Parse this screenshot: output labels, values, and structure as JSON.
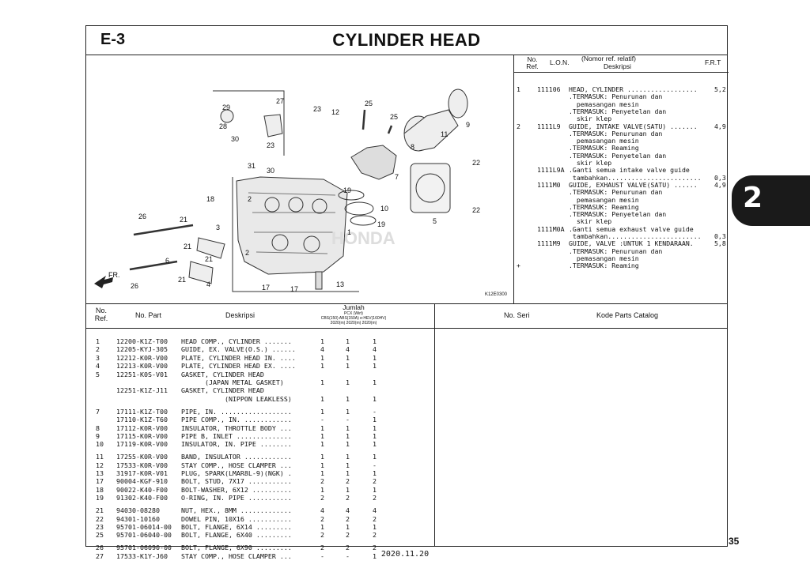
{
  "page": {
    "code": "E-3",
    "title": "CYLINDER HEAD",
    "tab_number": "2",
    "page_number": "35",
    "date": "2020.11.20"
  },
  "diagram": {
    "figure_id": "K12E0300",
    "watermark": "HONDA",
    "callouts": [
      "29",
      "27",
      "28",
      "30",
      "23",
      "31",
      "30",
      "23",
      "12",
      "25",
      "25",
      "7",
      "8",
      "9",
      "11",
      "22",
      "22",
      "19",
      "10",
      "19",
      "5",
      "18",
      "2",
      "1",
      "26",
      "21",
      "3",
      "21",
      "2",
      "21",
      "6",
      "21",
      "4",
      "26",
      "17",
      "17",
      "13",
      "FR."
    ]
  },
  "lon": {
    "headers": {
      "ref": "No.\nRef.",
      "lon": "L.O.N.",
      "desc_sub": "(Nomor ref. relatif)",
      "desc": "Deskripsi",
      "frt": "F.R.T"
    },
    "entries": [
      {
        "ref": "1",
        "lon": "111106",
        "text": "HEAD, CYLINDER ..................",
        "frt": "5,2"
      },
      {
        "ref": "",
        "lon": "",
        "text": ".TERMASUK: Penurunan dan",
        "frt": ""
      },
      {
        "ref": "",
        "lon": "",
        "text": "  pemasangan mesin",
        "frt": ""
      },
      {
        "ref": "",
        "lon": "",
        "text": ".TERMASUK: Penyetelan dan",
        "frt": ""
      },
      {
        "ref": "",
        "lon": "",
        "text": "  skir klep",
        "frt": ""
      },
      {
        "ref": "2",
        "lon": "1111L9",
        "text": "GUIDE, INTAKE VALVE(SATU) .......",
        "frt": "4,9"
      },
      {
        "ref": "",
        "lon": "",
        "text": ".TERMASUK: Penurunan dan",
        "frt": ""
      },
      {
        "ref": "",
        "lon": "",
        "text": "  pemasangan mesin",
        "frt": ""
      },
      {
        "ref": "",
        "lon": "",
        "text": ".TERMASUK: Reaming",
        "frt": ""
      },
      {
        "ref": "",
        "lon": "",
        "text": ".TERMASUK: Penyetelan dan",
        "frt": ""
      },
      {
        "ref": "",
        "lon": "",
        "text": "  skir klep",
        "frt": ""
      },
      {
        "ref": "",
        "lon": "1111L9A",
        "text": ".Ganti semua intake valve guide",
        "frt": ""
      },
      {
        "ref": "",
        "lon": "",
        "text": " tambahkan........................",
        "frt": "0,3"
      },
      {
        "ref": "",
        "lon": "1111M0",
        "text": "GUIDE, EXHAUST VALVE(SATU) ......",
        "frt": "4,9"
      },
      {
        "ref": "",
        "lon": "",
        "text": ".TERMASUK: Penurunan dan",
        "frt": ""
      },
      {
        "ref": "",
        "lon": "",
        "text": "  pemasangan mesin",
        "frt": ""
      },
      {
        "ref": "",
        "lon": "",
        "text": ".TERMASUK: Reaming",
        "frt": ""
      },
      {
        "ref": "",
        "lon": "",
        "text": ".TERMASUK: Penyetelan dan",
        "frt": ""
      },
      {
        "ref": "",
        "lon": "",
        "text": "  skir klep",
        "frt": ""
      },
      {
        "ref": "",
        "lon": "1111M0A",
        "text": ".Ganti semua exhaust valve guide",
        "frt": ""
      },
      {
        "ref": "",
        "lon": "",
        "text": " tambahkan........................",
        "frt": "0,3"
      },
      {
        "ref": "",
        "lon": "1111M9",
        "text": "GUIDE, VALVE :UNTUK 1 KENDARAAN.",
        "frt": "5,8"
      },
      {
        "ref": "",
        "lon": "",
        "text": ".TERMASUK: Penurunan dan",
        "frt": ""
      },
      {
        "ref": "",
        "lon": "",
        "text": "  pemasangan mesin",
        "frt": ""
      },
      {
        "ref": "+",
        "lon": "",
        "text": ".TERMASUK: Reaming",
        "frt": ""
      }
    ]
  },
  "parts_table": {
    "headers": {
      "ref": "No.\nRef.",
      "part": "No. Part",
      "desc": "Deskripsi",
      "qty": "Jumlah",
      "qty_sub1": "PCX (Wirt)",
      "qty_sub2": "CBS(150) ABS(150A) e:HEV(160HV)",
      "qty_years": "2020(m)   2020(m)   2020(m)",
      "serial": "No. Seri",
      "catalog": "Kode Parts Catalog"
    },
    "rows": [
      {
        "ref": "1",
        "part": "12200-K1Z-T00",
        "desc": "HEAD COMP., CYLINDER .......",
        "q1": "1",
        "q2": "1",
        "q3": "1"
      },
      {
        "ref": "2",
        "part": "12205-KYJ-305",
        "desc": "GUIDE, EX. VALVE(O.S.) ......",
        "q1": "4",
        "q2": "4",
        "q3": "4"
      },
      {
        "ref": "3",
        "part": "12212-K0R-V00",
        "desc": "PLATE, CYLINDER HEAD IN. ....",
        "q1": "1",
        "q2": "1",
        "q3": "1"
      },
      {
        "ref": "4",
        "part": "12213-K0R-V00",
        "desc": "PLATE, CYLINDER HEAD EX. ....",
        "q1": "1",
        "q2": "1",
        "q3": "1"
      },
      {
        "ref": "5",
        "part": "12251-K0S-V01",
        "desc": "GASKET, CYLINDER HEAD",
        "q1": "",
        "q2": "",
        "q3": ""
      },
      {
        "ref": "",
        "part": "",
        "desc": "      (JAPAN METAL GASKET)",
        "q1": "1",
        "q2": "1",
        "q3": "1"
      },
      {
        "ref": "",
        "part": "12251-K1Z-J11",
        "desc": "GASKET, CYLINDER HEAD",
        "q1": "",
        "q2": "",
        "q3": ""
      },
      {
        "ref": "",
        "part": "",
        "desc": "           (NIPPON LEAKLESS)",
        "q1": "1",
        "q2": "1",
        "q3": "1"
      },
      {
        "ref": "7",
        "part": "17111-K1Z-T00",
        "desc": "PIPE, IN. ..................",
        "q1": "1",
        "q2": "1",
        "q3": "-"
      },
      {
        "ref": "",
        "part": "17110-K1Z-T60",
        "desc": "PIPE COMP., IN. ............",
        "q1": "-",
        "q2": "-",
        "q3": "1"
      },
      {
        "ref": "8",
        "part": "17112-K0R-V00",
        "desc": "INSULATOR, THROTTLE BODY ...",
        "q1": "1",
        "q2": "1",
        "q3": "1"
      },
      {
        "ref": "9",
        "part": "17115-K0R-V00",
        "desc": "PIPE B, INLET ..............",
        "q1": "1",
        "q2": "1",
        "q3": "1"
      },
      {
        "ref": "10",
        "part": "17119-K0R-V00",
        "desc": "INSULATOR, IN. PIPE ........",
        "q1": "1",
        "q2": "1",
        "q3": "1"
      },
      {
        "ref": "11",
        "part": "17255-K0R-V00",
        "desc": "BAND, INSULATOR ............",
        "q1": "1",
        "q2": "1",
        "q3": "1"
      },
      {
        "ref": "12",
        "part": "17533-K0R-V00",
        "desc": "STAY COMP., HOSE CLAMPER ...",
        "q1": "1",
        "q2": "1",
        "q3": "-"
      },
      {
        "ref": "13",
        "part": "31917-K0R-V01",
        "desc": "PLUG, SPARK(LMAR8L-9)(NGK) .",
        "q1": "1",
        "q2": "1",
        "q3": "1"
      },
      {
        "ref": "17",
        "part": "90004-KGF-910",
        "desc": "BOLT, STUD, 7X17 ...........",
        "q1": "2",
        "q2": "2",
        "q3": "2"
      },
      {
        "ref": "18",
        "part": "90022-K40-F00",
        "desc": "BOLT-WASHER, 6X12 ..........",
        "q1": "1",
        "q2": "1",
        "q3": "1"
      },
      {
        "ref": "19",
        "part": "91302-K40-F00",
        "desc": "O-RING, IN. PIPE ...........",
        "q1": "2",
        "q2": "2",
        "q3": "2"
      },
      {
        "ref": "21",
        "part": "94030-08280",
        "desc": "NUT, HEX., 8MM .............",
        "q1": "4",
        "q2": "4",
        "q3": "4"
      },
      {
        "ref": "22",
        "part": "94301-10160",
        "desc": "DOWEL PIN, 10X16 ...........",
        "q1": "2",
        "q2": "2",
        "q3": "2"
      },
      {
        "ref": "23",
        "part": "95701-06014-00",
        "desc": "BOLT, FLANGE, 6X14 .........",
        "q1": "1",
        "q2": "1",
        "q3": "1"
      },
      {
        "ref": "25",
        "part": "95701-06040-00",
        "desc": "BOLT, FLANGE, 6X40 .........",
        "q1": "2",
        "q2": "2",
        "q3": "2"
      },
      {
        "ref": "26",
        "part": "95701-06090-00",
        "desc": "BOLT, FLANGE, 6X90 .........",
        "q1": "2",
        "q2": "2",
        "q3": "2"
      },
      {
        "ref": "27",
        "part": "17533-K1Y-J60",
        "desc": "STAY COMP., HOSE CLAMPER ...",
        "q1": "-",
        "q2": "-",
        "q3": "1"
      }
    ]
  }
}
